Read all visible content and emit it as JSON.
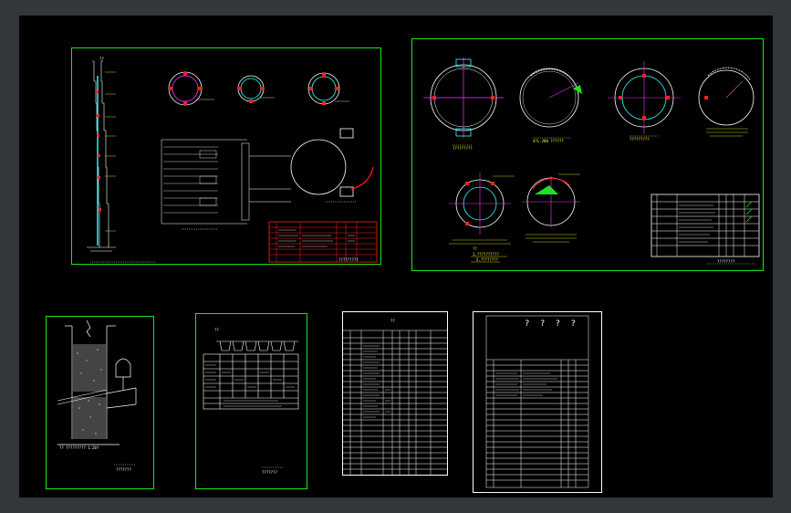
{
  "app": {
    "kind": "CAD model space viewer",
    "background_color": "#000000",
    "frame_color": "#33363b",
    "sheet_border_color": "#19e619",
    "table_border_color": "#ffffff",
    "accent_colors": {
      "magenta": "#ff33ff",
      "red": "#ff2020",
      "yellow": "#ffff33",
      "cyan": "#33ffff",
      "green": "#19e619"
    }
  },
  "sheets": [
    {
      "id": "sheet-1",
      "content": "chimney elevation, section circles, table",
      "caption": "?????????"
    },
    {
      "id": "sheet-2",
      "content": "ring section details and table",
      "caption": "????????"
    },
    {
      "id": "sheet-3",
      "content": "wall section detail",
      "caption": "???????"
    },
    {
      "id": "sheet-4",
      "content": "data table",
      "caption": "???????"
    },
    {
      "id": "sheet-5",
      "content": "material list"
    },
    {
      "id": "sheet-6",
      "content": "drawing index",
      "title": "? ? ? ?"
    }
  ],
  "notes": {
    "sheet1_height_label": "??",
    "sheet2_note_1": "??",
    "sheet2_note_2": "1.??????????",
    "sheet2_note_3": "2.????????",
    "sheet2_sec_1": "?????????",
    "sheet2_sec_2": "4?L-200 ??????",
    "sheet2_sec_3": "?????????",
    "sheet3_note": "??  ????????? 1:20?",
    "sheet4_title": "??",
    "sheet5_title": "??"
  }
}
